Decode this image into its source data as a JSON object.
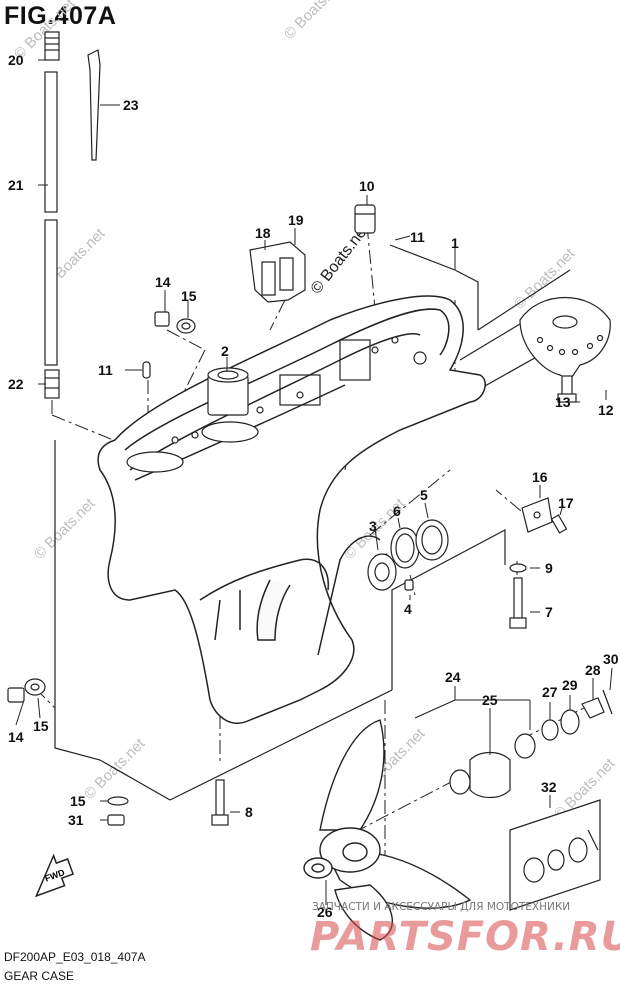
{
  "figure_title": "FIG.407A",
  "watermark_text": "© Boats.net",
  "fwd_label": "FWD",
  "callouts": {
    "c1": "1",
    "c2": "2",
    "c3": "3",
    "c4": "4",
    "c5": "5",
    "c6": "6",
    "c7": "7",
    "c8": "8",
    "c9": "9",
    "c10": "10",
    "c11a": "11",
    "c11b": "11",
    "c12": "12",
    "c13": "13",
    "c14a": "14",
    "c14b": "14",
    "c15a": "15",
    "c15b": "15",
    "c15c": "15",
    "c16": "16",
    "c17": "17",
    "c18": "18",
    "c19": "19",
    "c20": "20",
    "c21": "21",
    "c22": "22",
    "c23": "23",
    "c24": "24",
    "c25": "25",
    "c26": "26",
    "c27": "27",
    "c28": "28",
    "c29": "29",
    "c30": "30",
    "c31": "31",
    "c32": "32"
  },
  "partner_text": "ЗАПЧАСТИ И АКСЕССУАРЫ ДЛЯ МОТОТЕХНИКИ",
  "partner_logo": "PARTSFOR.RU",
  "footer_ref": "DF200AP_E03_018_407A",
  "footer_name": "GEAR CASE"
}
